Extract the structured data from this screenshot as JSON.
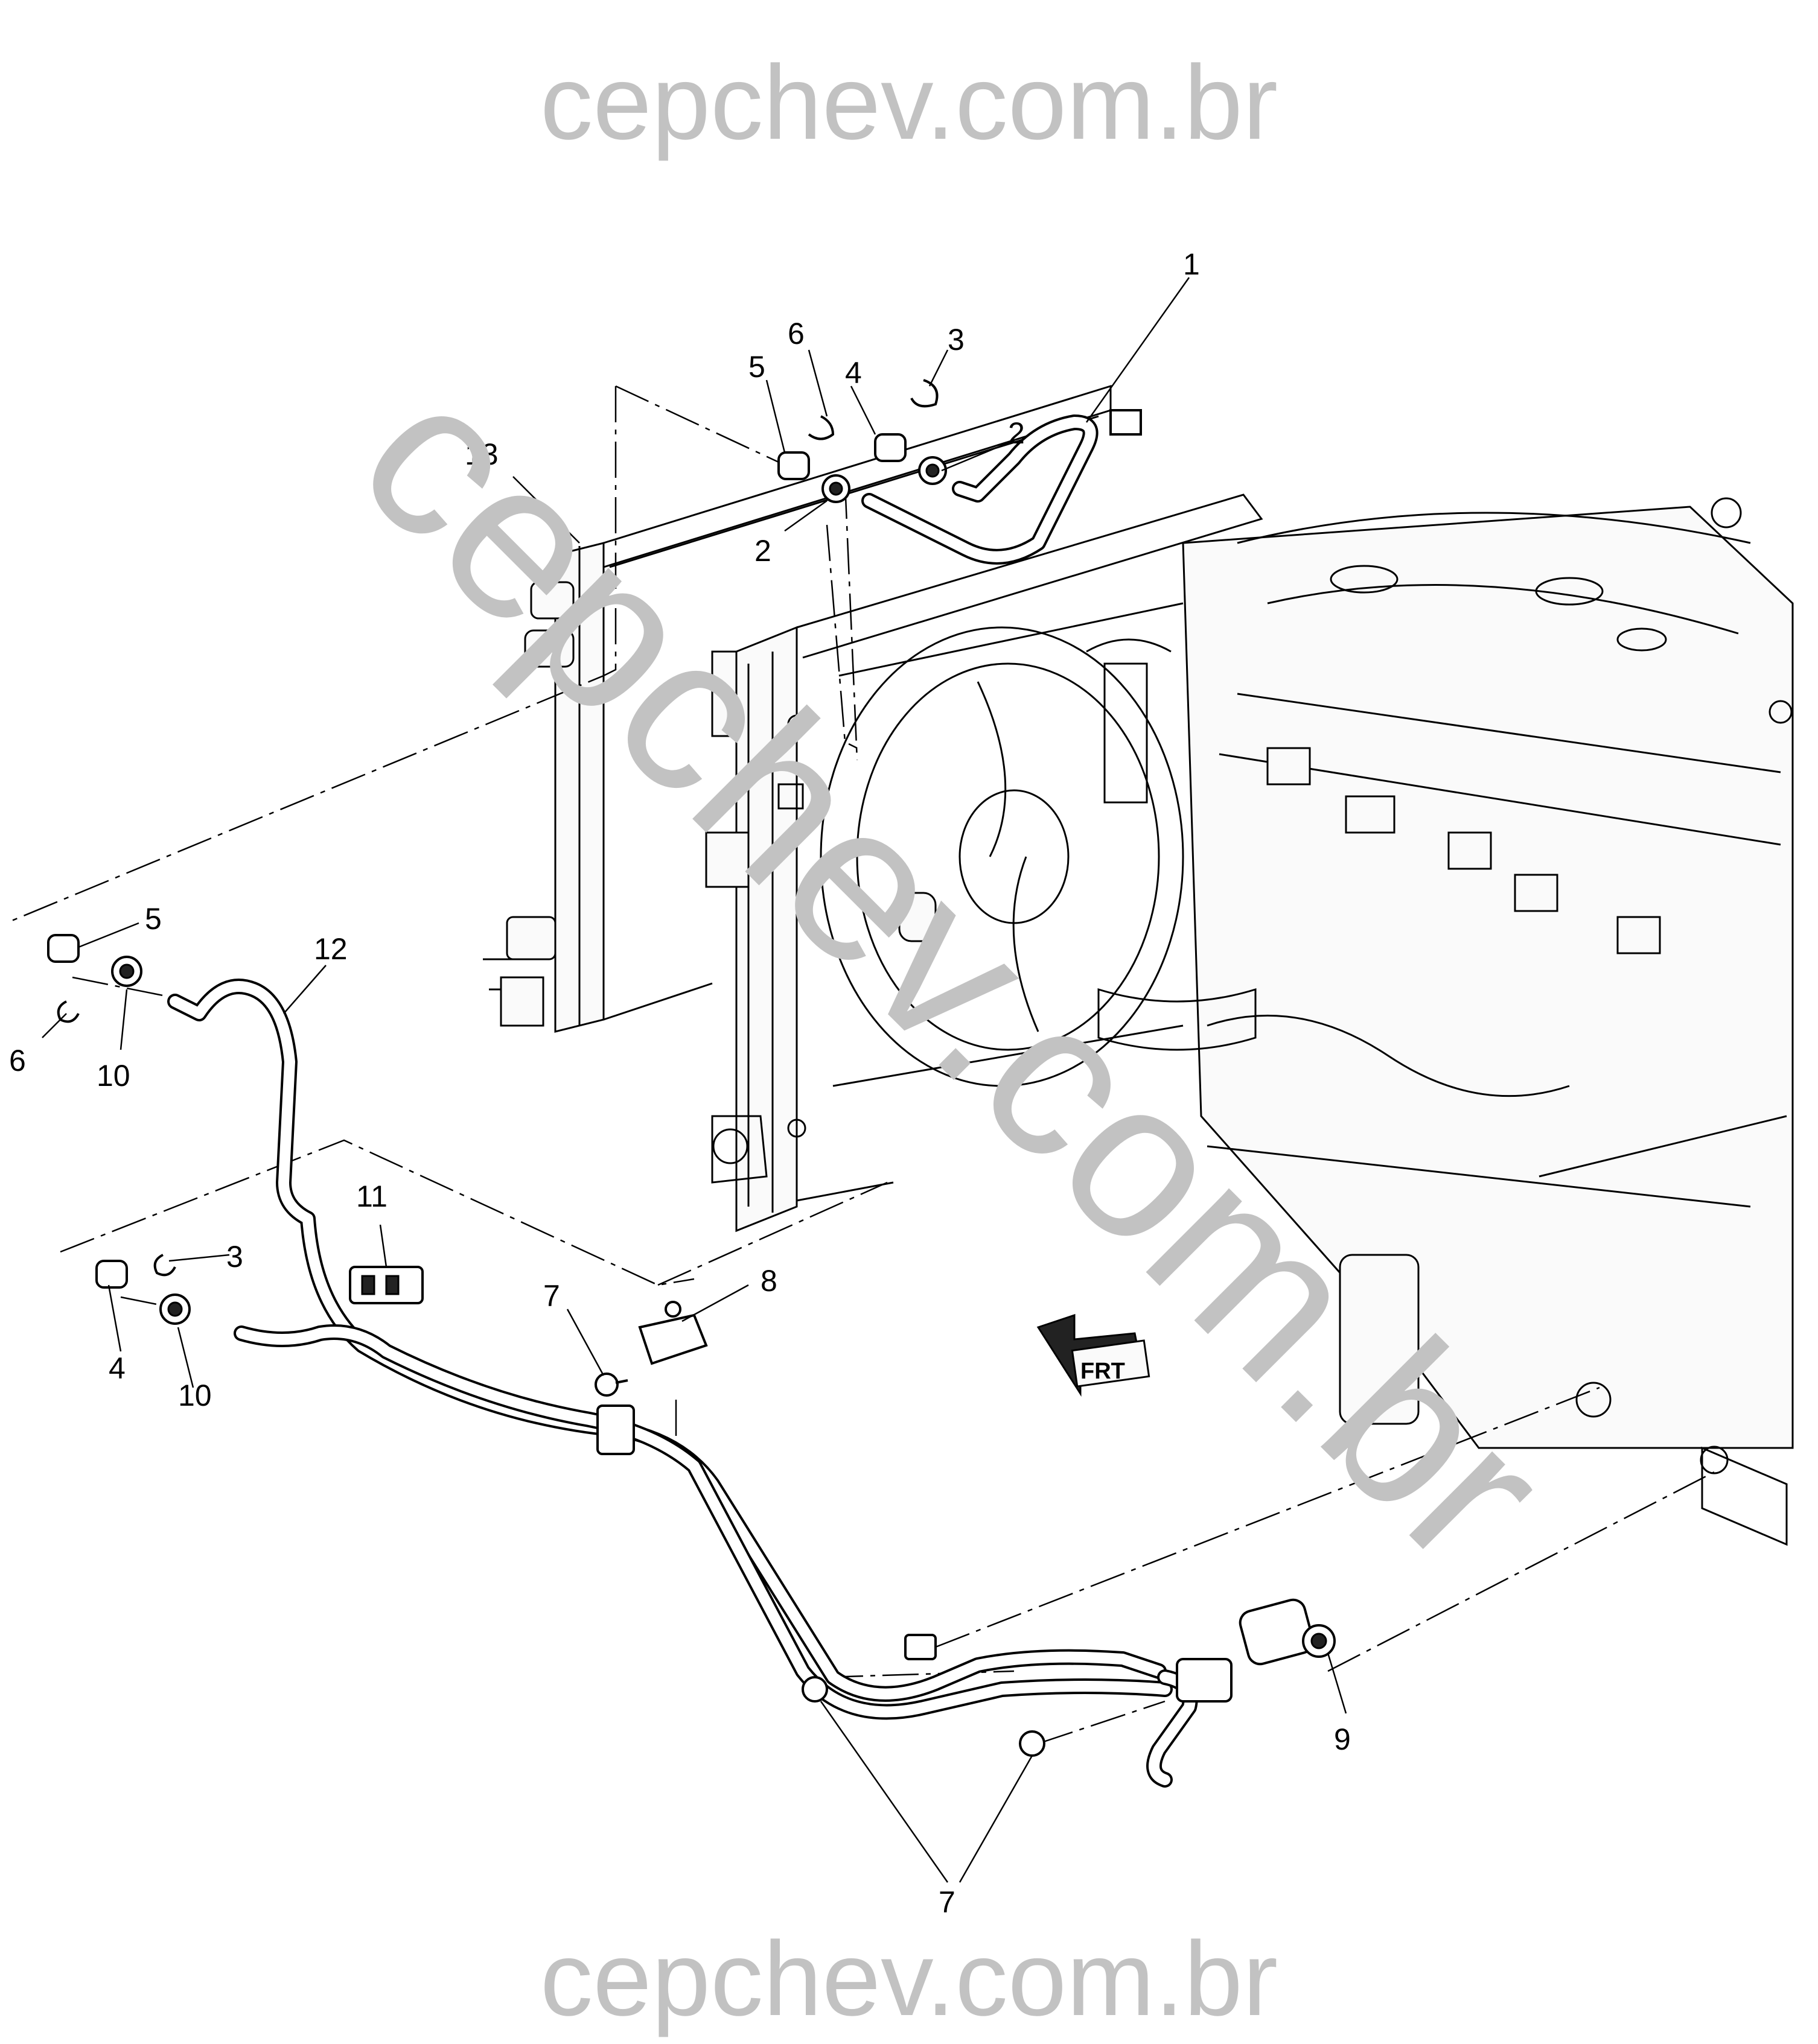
{
  "watermark": {
    "top": "cepchev.com.br",
    "bottom": "cepchev.com.br",
    "diagonal": "cepchev.com.br"
  },
  "callouts": [
    {
      "id": "c1",
      "label": "1"
    },
    {
      "id": "c2a",
      "label": "2"
    },
    {
      "id": "c2b",
      "label": "2"
    },
    {
      "id": "c3a",
      "label": "3"
    },
    {
      "id": "c3b",
      "label": "3"
    },
    {
      "id": "c4a",
      "label": "4"
    },
    {
      "id": "c4b",
      "label": "4"
    },
    {
      "id": "c5a",
      "label": "5"
    },
    {
      "id": "c5b",
      "label": "5"
    },
    {
      "id": "c6a",
      "label": "6"
    },
    {
      "id": "c6b",
      "label": "6"
    },
    {
      "id": "c7a",
      "label": "7"
    },
    {
      "id": "c7b",
      "label": "7"
    },
    {
      "id": "c8",
      "label": "8"
    },
    {
      "id": "c9",
      "label": "9"
    },
    {
      "id": "c10a",
      "label": "10"
    },
    {
      "id": "c10b",
      "label": "10"
    },
    {
      "id": "c11",
      "label": "11"
    },
    {
      "id": "c12",
      "label": "12"
    },
    {
      "id": "c13",
      "label": "13"
    }
  ],
  "direction_marker": {
    "label": "FRT"
  }
}
